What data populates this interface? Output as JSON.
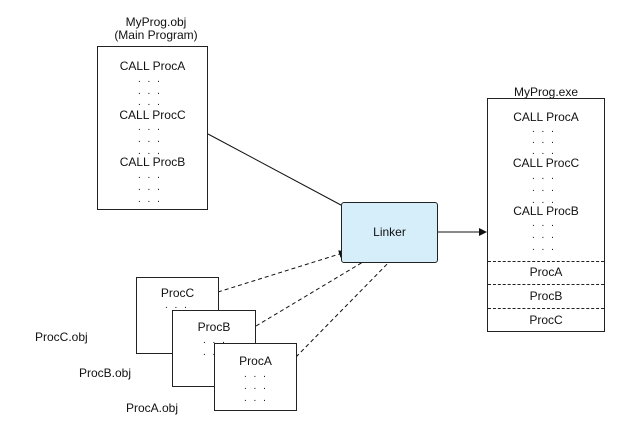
{
  "main_obj": {
    "title": "MyProg.obj",
    "subtitle": "(Main Program)",
    "calls": [
      "CALL ProcA",
      "CALL ProcC",
      "CALL ProcB"
    ],
    "dots": ". . ."
  },
  "linker": {
    "label": "Linker",
    "fill": "#d6eefa"
  },
  "exe": {
    "title": "MyProg.exe",
    "calls": [
      "CALL ProcA",
      "CALL ProcC",
      "CALL ProcB"
    ],
    "procs": [
      "ProcA",
      "ProcB",
      "ProcC"
    ],
    "dots": ". . ."
  },
  "proc_objs": [
    {
      "name": "ProcC",
      "file": "ProcC.obj"
    },
    {
      "name": "ProcB",
      "file": "ProcB.obj"
    },
    {
      "name": "ProcA",
      "file": "ProcA.obj"
    }
  ],
  "dots": ". . ."
}
